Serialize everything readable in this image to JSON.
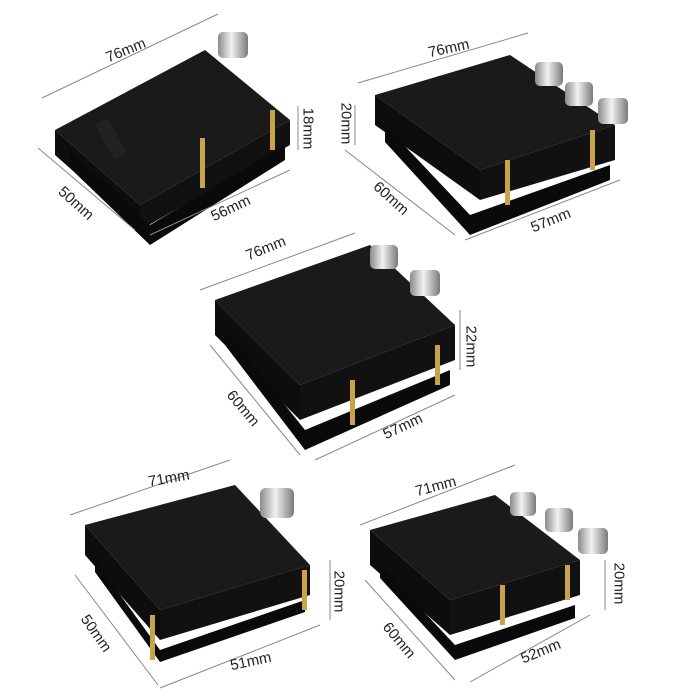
{
  "image": {
    "description": "Five audio amplifier boards shown in isometric view with dimension annotations",
    "background": "#ffffff",
    "board_color": "#1c1c1c",
    "knob_color": "#c8c8c8",
    "standoff_color": "#c9a24a"
  },
  "boards": [
    {
      "position": "top-left",
      "knobs": 1,
      "dims": {
        "length": "76mm",
        "width": "50mm",
        "depth": "56mm",
        "height": "18mm"
      }
    },
    {
      "position": "top-right",
      "knobs": 3,
      "dims": {
        "length": "76mm",
        "width": "60mm",
        "depth": "57mm",
        "height": "20mm"
      }
    },
    {
      "position": "middle",
      "knobs": 2,
      "dims": {
        "length": "76mm",
        "width": "60mm",
        "depth": "57mm",
        "height": "22mm"
      }
    },
    {
      "position": "bottom-left",
      "knobs": 1,
      "dims": {
        "length": "71mm",
        "width": "50mm",
        "depth": "51mm",
        "height": "20mm"
      }
    },
    {
      "position": "bottom-right",
      "knobs": 3,
      "dims": {
        "length": "71mm",
        "width": "60mm",
        "depth": "52mm",
        "height": "20mm"
      }
    }
  ]
}
